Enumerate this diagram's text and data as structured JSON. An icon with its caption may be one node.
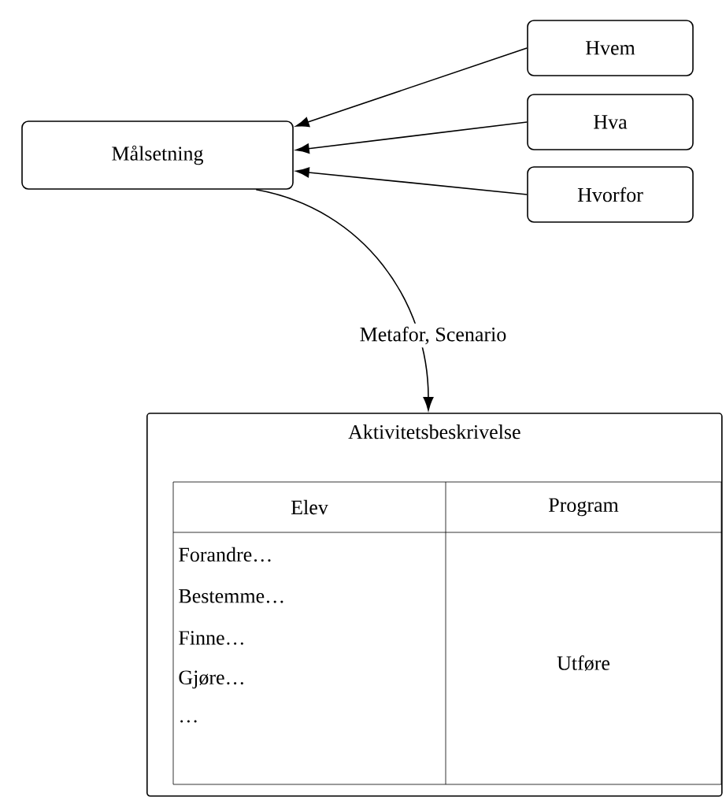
{
  "diagram": {
    "nodes": [
      {
        "text": [
          "Målsetning"
        ]
      },
      {
        "text": [
          "Hvem"
        ]
      },
      {
        "text": [
          "Hva"
        ]
      },
      {
        "text": [
          "Hvorfor"
        ]
      },
      {
        "text": [
          "Aktivitetsbeskrivelse"
        ]
      }
    ],
    "edges": [
      {
        "from": 1,
        "to": 0,
        "arrow": "to"
      },
      {
        "from": 2,
        "to": 0,
        "arrow": "to"
      },
      {
        "from": 3,
        "to": 0,
        "arrow": "to"
      },
      {
        "from": 0,
        "to": 4,
        "arrow": "to",
        "label": "Metafor, Scenario"
      }
    ],
    "labels": [
      "Elev",
      "Program",
      "Forandre…",
      "Bestemme…",
      "Finne…",
      "Gjøre…",
      "…",
      "Utføre"
    ]
  }
}
